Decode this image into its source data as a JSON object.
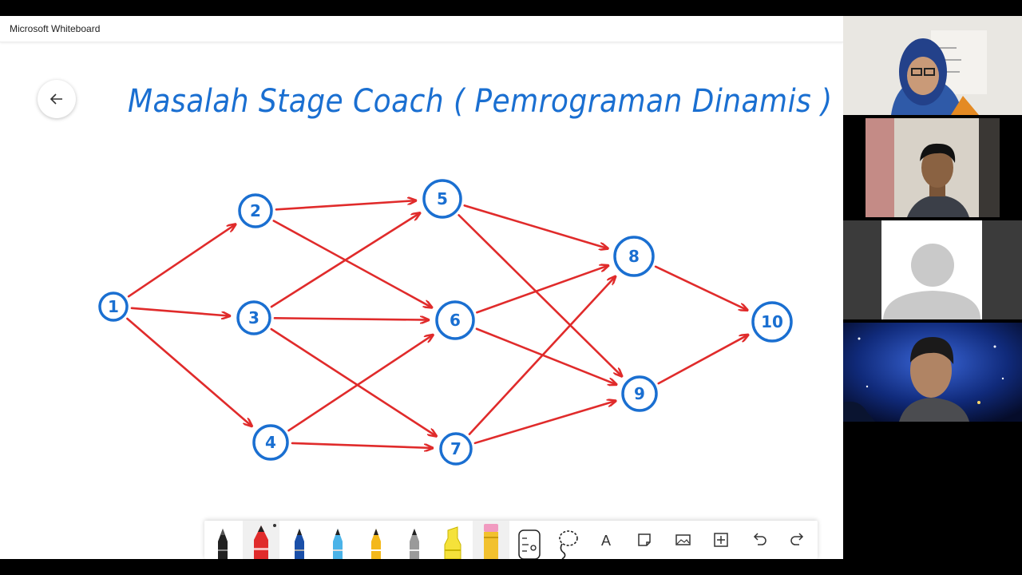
{
  "app": {
    "title": "Microsoft Whiteboard"
  },
  "board": {
    "title": "Masalah Stage Coach  ( Pemrograman Dinamis )",
    "node_color": "#1a6fd1",
    "edge_color": "#e02b2b",
    "nodes": [
      "1",
      "2",
      "3",
      "4",
      "5",
      "6",
      "7",
      "8",
      "9",
      "10"
    ],
    "edges": [
      [
        "1",
        "2"
      ],
      [
        "1",
        "3"
      ],
      [
        "1",
        "4"
      ],
      [
        "2",
        "5"
      ],
      [
        "2",
        "6"
      ],
      [
        "3",
        "5"
      ],
      [
        "3",
        "6"
      ],
      [
        "3",
        "7"
      ],
      [
        "4",
        "6"
      ],
      [
        "4",
        "7"
      ],
      [
        "5",
        "8"
      ],
      [
        "5",
        "9"
      ],
      [
        "6",
        "8"
      ],
      [
        "6",
        "9"
      ],
      [
        "7",
        "8"
      ],
      [
        "7",
        "9"
      ],
      [
        "8",
        "10"
      ],
      [
        "9",
        "10"
      ]
    ]
  },
  "toolbar": {
    "tools": [
      "black-pen",
      "red-pen",
      "blue-pen",
      "light-blue-pen",
      "yellow-pen",
      "gray-pen",
      "highlighter",
      "eraser",
      "ruler",
      "lasso",
      "text",
      "note",
      "image",
      "insert",
      "undo",
      "redo"
    ],
    "text_tool_label": "A"
  },
  "participants": [
    "participant-1",
    "participant-2",
    "participant-3",
    "participant-4"
  ]
}
